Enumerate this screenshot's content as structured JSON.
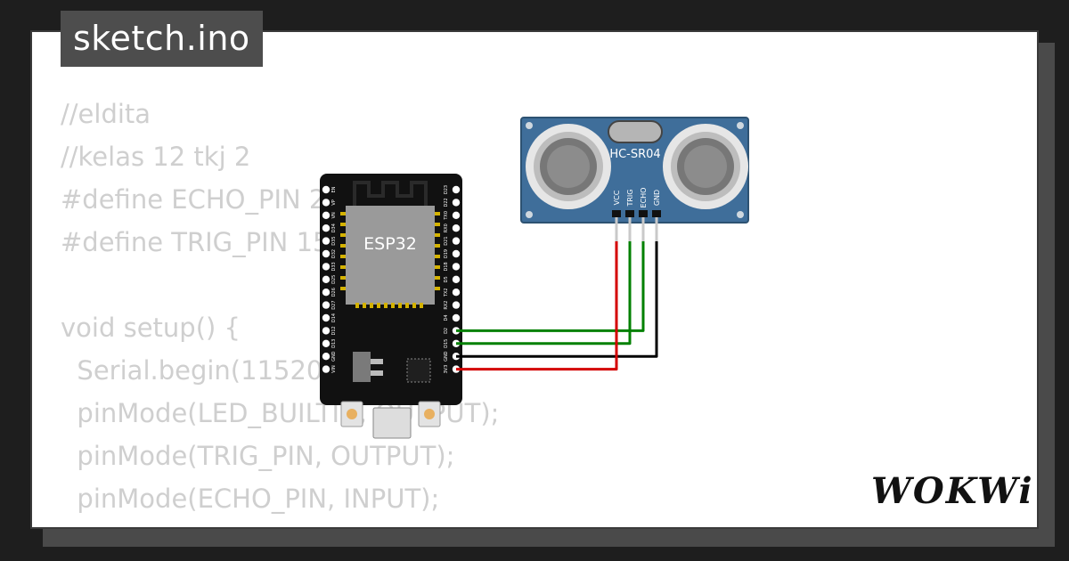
{
  "sketch_title": "sketch.ino",
  "code_lines": [
    "//eldita",
    "//kelas 12 tkj 2",
    "#define ECHO_PIN 2",
    "#define TRIG_PIN 15",
    "",
    "void setup() {",
    "  Serial.begin(115200);",
    "  pinMode(LED_BUILTIN, OUTPUT);",
    "  pinMode(TRIG_PIN, OUTPUT);",
    "  pinMode(ECHO_PIN, INPUT);",
    "}"
  ],
  "esp32": {
    "label": "ESP32",
    "left_pins": [
      "EN",
      "VP",
      "VN",
      "D34",
      "D35",
      "D32",
      "D33",
      "D25",
      "D26",
      "D27",
      "D14",
      "D12",
      "D13",
      "GND",
      "VIN"
    ],
    "right_pins": [
      "D23",
      "D22",
      "TX0",
      "RX0",
      "D21",
      "D19",
      "D18",
      "D5",
      "TX2",
      "RX2",
      "D4",
      "D2",
      "D15",
      "GND",
      "3V3"
    ]
  },
  "sensor": {
    "label": "HC-SR04",
    "pins": [
      "VCC",
      "TRIG",
      "ECHO",
      "GND"
    ]
  },
  "wire_colors": {
    "vcc": "#d40000",
    "trig": "#008000",
    "echo": "#008000",
    "gnd": "#000000"
  },
  "brand": "WOKWi"
}
